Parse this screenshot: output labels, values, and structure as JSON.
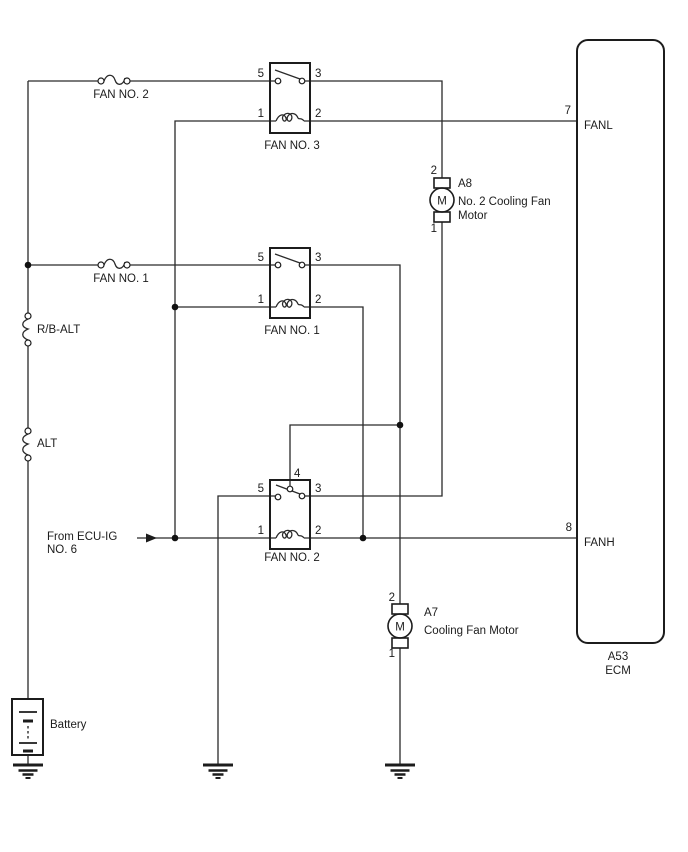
{
  "power": {
    "battery_label": "Battery",
    "source_line1": "From ECU-IG",
    "source_line2": "NO. 6"
  },
  "fuses": [
    {
      "name": "FAN NO. 2"
    },
    {
      "name": "FAN NO. 1"
    }
  ],
  "fusible_links": [
    {
      "name": "R/B-ALT"
    },
    {
      "name": "ALT"
    }
  ],
  "relays": [
    {
      "name": "FAN NO. 3",
      "pin5": "5",
      "pin3": "3",
      "pin1": "1",
      "pin2": "2"
    },
    {
      "name": "FAN NO. 1",
      "pin5": "5",
      "pin3": "3",
      "pin1": "1",
      "pin2": "2"
    },
    {
      "name": "FAN NO. 2",
      "pin5": "5",
      "pin3": "3",
      "pin1": "1",
      "pin2": "2",
      "pin4": "4"
    }
  ],
  "motors": [
    {
      "code": "A8",
      "symbol": "M",
      "pin_top": "2",
      "pin_bottom": "1",
      "name_line1": "No. 2 Cooling Fan",
      "name_line2": "Motor"
    },
    {
      "code": "A7",
      "symbol": "M",
      "pin_top": "2",
      "pin_bottom": "1",
      "name_line1": "Cooling Fan Motor"
    }
  ],
  "ecm": {
    "code": "A53",
    "name": "ECM",
    "pins": [
      {
        "number": "7",
        "label": "FANL"
      },
      {
        "number": "8",
        "label": "FANH"
      }
    ]
  }
}
